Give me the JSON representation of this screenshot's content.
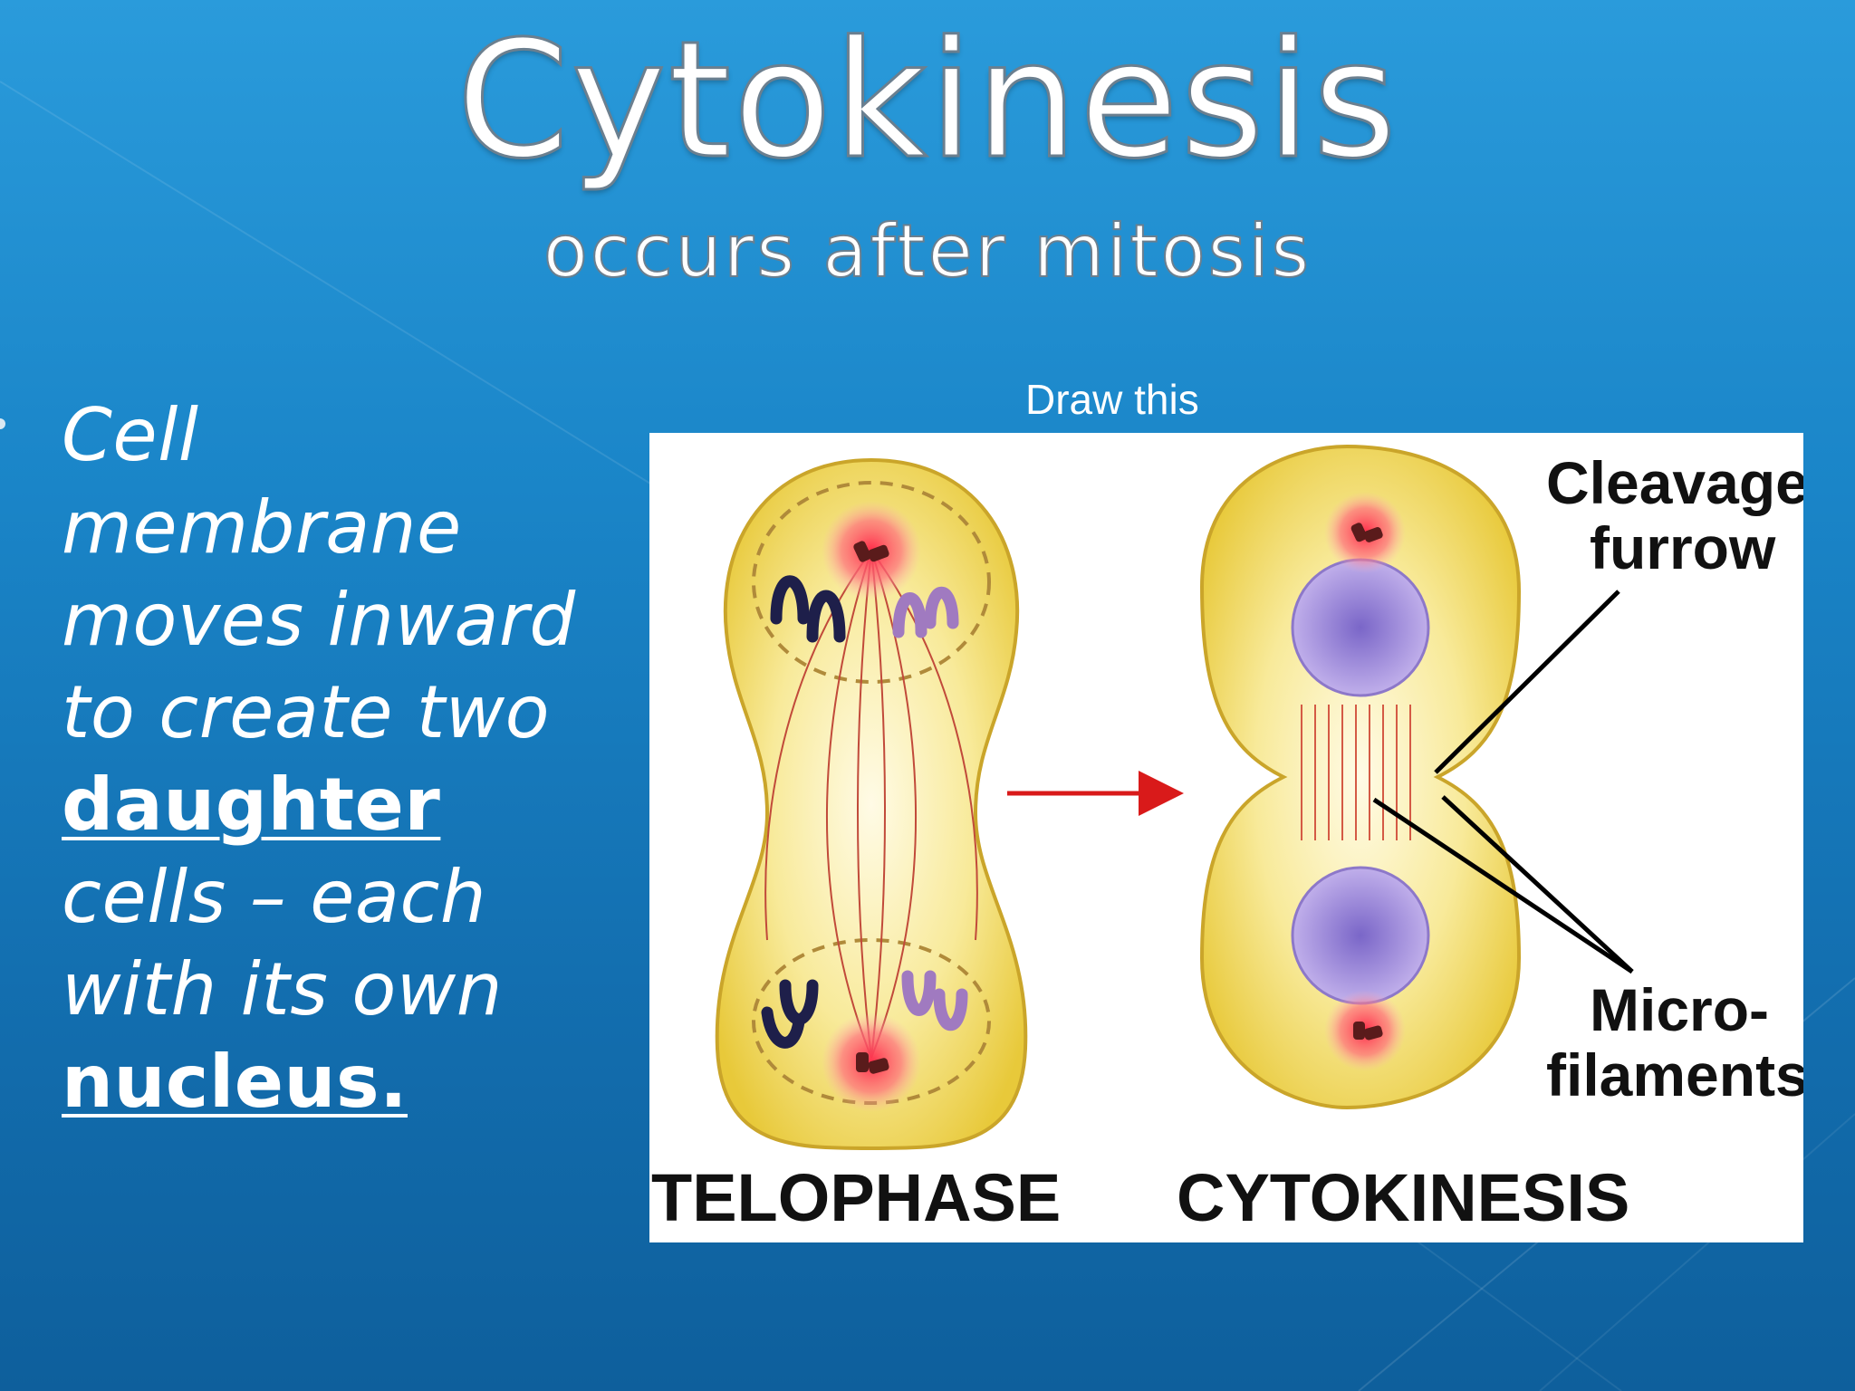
{
  "slide": {
    "title": "Cytokinesis",
    "subtitle": "occurs after mitosis"
  },
  "bullet": {
    "part1": "Cell membrane moves inward to create two ",
    "bold1": "daughter",
    "part2": " cells – each with its own ",
    "bold2": "nucleus."
  },
  "figure": {
    "caption": "Draw this",
    "label_cleavage_1": "Cleavage",
    "label_cleavage_2": "furrow",
    "label_micro_1": "Micro-",
    "label_micro_2": "filaments",
    "label_telophase": "TELOPHASE",
    "label_cytokinesis": "CYTOKINESIS"
  },
  "colors": {
    "background": "#1a85c8",
    "cell_fill": "#f3dc58",
    "centrosome": "#e8233c",
    "nucleus": "#a98fd6",
    "arrow": "#d91a1a"
  }
}
